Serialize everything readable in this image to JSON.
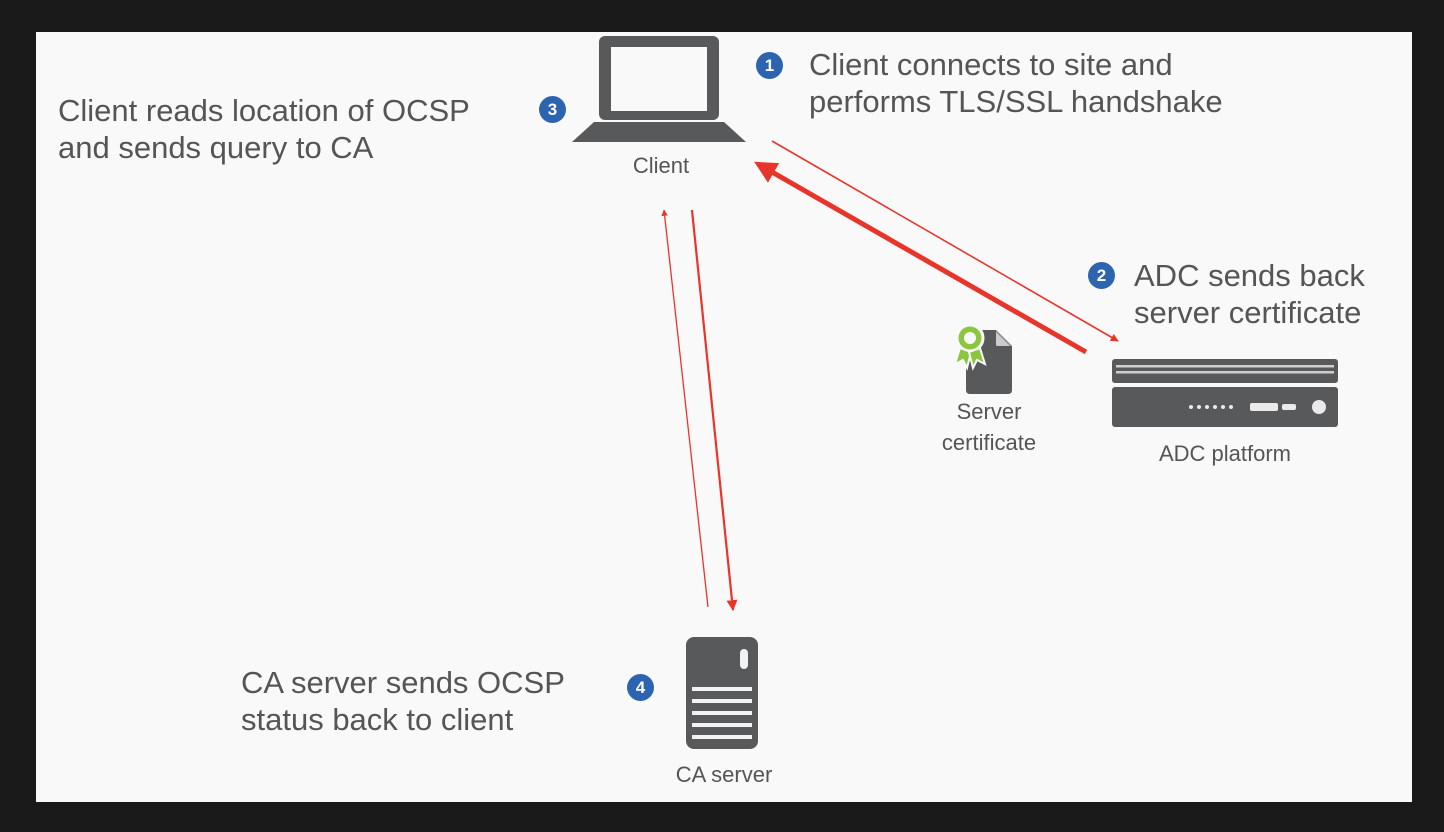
{
  "colors": {
    "background": "#f9f9f9",
    "frame": "#1a1a1a",
    "text": "#555555",
    "badge": "#2d64b0",
    "arrow": "#e8352b",
    "icon": "#58595b",
    "ribbon": "#8cc63f"
  },
  "steps": [
    {
      "number": "1",
      "lines": [
        "Client connects to site and",
        "performs TLS/SSL handshake"
      ]
    },
    {
      "number": "2",
      "lines": [
        "ADC sends back",
        "server certificate"
      ]
    },
    {
      "number": "3",
      "lines": [
        "Client reads location of OCSP",
        "and sends query to CA"
      ]
    },
    {
      "number": "4",
      "lines": [
        "CA server sends OCSP",
        "status back to client"
      ]
    }
  ],
  "nodes": {
    "client": {
      "label": "Client",
      "icon": "laptop-icon"
    },
    "adc": {
      "label": "ADC platform",
      "icon": "rack-server-icon"
    },
    "ca": {
      "label": "CA server",
      "icon": "tower-server-icon"
    },
    "certificate": {
      "lines": [
        "Server",
        "certificate"
      ],
      "icon": "certificate-icon"
    }
  }
}
